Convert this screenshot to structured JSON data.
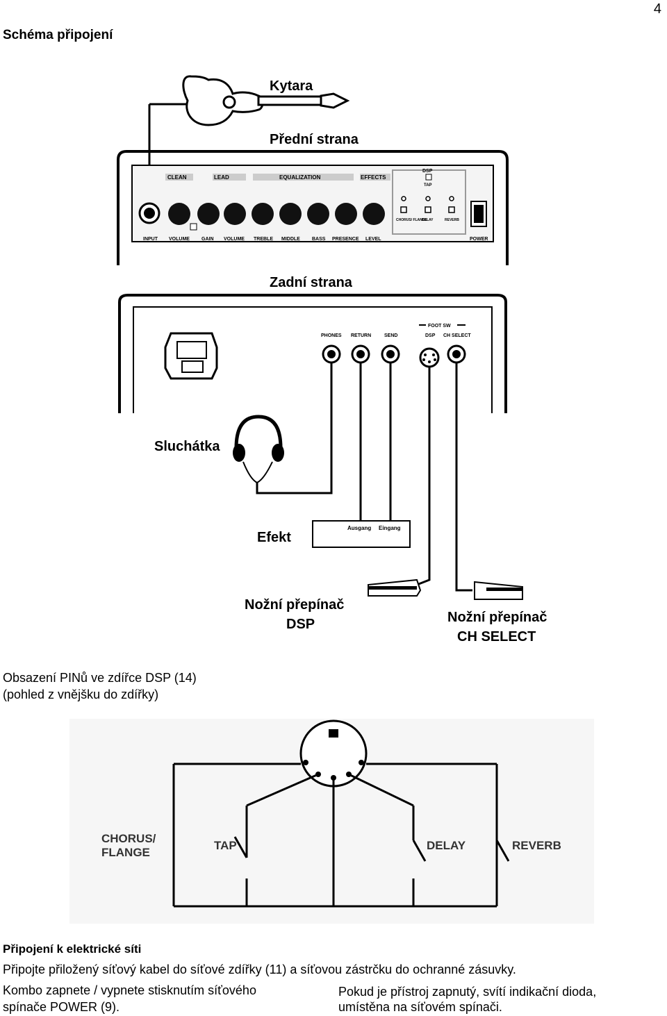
{
  "page_number": "4",
  "title": "Schéma připojení",
  "diagram1": {
    "guitar_label": "Kytara",
    "front_label": "Přední strana",
    "front_panel": {
      "sections": [
        "CLEAN",
        "LEAD",
        "EQUALIZATION",
        "EFFECTS"
      ],
      "knob_labels": [
        "INPUT",
        "VOLUME",
        "GAIN",
        "VOLUME",
        "TREBLE",
        "MIDDLE",
        "BASS",
        "PRESENCE",
        "LEVEL",
        "POWER"
      ],
      "dsp": "DSP",
      "tap": "TAP",
      "effect_buttons": [
        "CHORUS/ FLANGE",
        "DELAY",
        "REVERB"
      ]
    },
    "rear_label": "Zadní strana",
    "rear_panel": {
      "jacks": [
        "PHONES",
        "RETURN",
        "SEND",
        "DSP",
        "CH SELECT"
      ],
      "foot_sw": "FOOT SW"
    },
    "headphones_label": "Sluchátka",
    "effect_label": "Efekt",
    "effect_ports": [
      "Ausgang",
      "Eingang"
    ],
    "footswitch_dsp": [
      "Nožní přepínač",
      "DSP"
    ],
    "footswitch_ch": [
      "Nožní přepínač",
      "CH SELECT"
    ]
  },
  "pin_section": {
    "heading": "Obsazení PINů ve zdířce DSP (14)",
    "subheading": "(pohled z vnějšku do zdířky)",
    "labels": [
      "CHORUS/",
      "FLANGE",
      "TAP",
      "DELAY",
      "REVERB"
    ]
  },
  "power_section": {
    "heading": "Připojení k elektrické síti",
    "line1": "Připojte přiložený síťový kabel do síťové zdířky (11) a síťovou zástrčku do ochranné zásuvky.",
    "col_left": [
      "Kombo zapnete / vypnete stisknutím síťového",
      "spínače POWER (9)."
    ],
    "col_right": [
      "Pokud je přístroj zapnutý, svítí indikační dioda,",
      "umístěna na síťovém spínači."
    ]
  }
}
